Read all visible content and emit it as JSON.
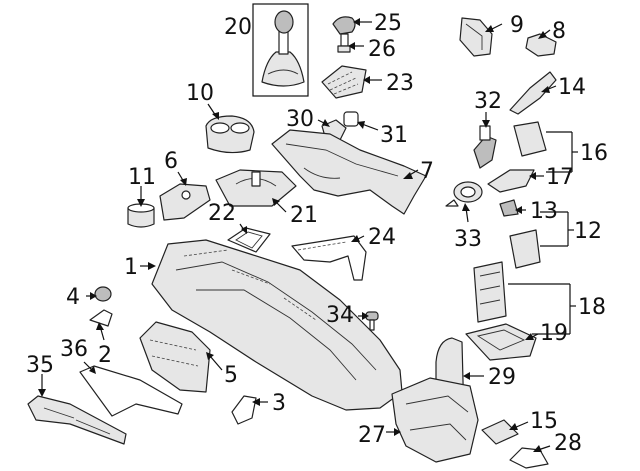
{
  "callouts": {
    "c1": "1",
    "c2": "2",
    "c3": "3",
    "c4": "4",
    "c5": "5",
    "c6": "6",
    "c7": "7",
    "c8": "8",
    "c9": "9",
    "c10": "10",
    "c11": "11",
    "c12": "12",
    "c13": "13",
    "c14": "14",
    "c15": "15",
    "c16": "16",
    "c17": "17",
    "c18": "18",
    "c19": "19",
    "c20": "20",
    "c21": "21",
    "c22": "22",
    "c23": "23",
    "c24": "24",
    "c25": "25",
    "c26": "26",
    "c27": "27",
    "c28": "28",
    "c29": "29",
    "c30": "30",
    "c31": "31",
    "c32": "32",
    "c33": "33",
    "c34": "34",
    "c35": "35",
    "c36": "36"
  },
  "colors": {
    "line": "#111111",
    "fill": "#ffffff",
    "shade": "#e6e6e6"
  }
}
